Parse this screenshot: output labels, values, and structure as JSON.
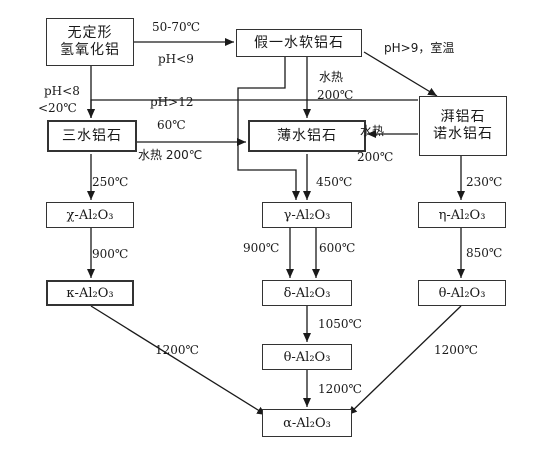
{
  "nodes": {
    "amorphous": [
      "无定形",
      "氢氧化铝"
    ],
    "pseudoboehmite": "假一水软铝石",
    "gibbsite": "三水铝石",
    "boehmite": "薄水铝石",
    "bayerite_nordstrandite": [
      "湃铝石",
      "诺水铝石"
    ],
    "chi": "χ-Al₂O₃",
    "gamma": "γ-Al₂O₃",
    "eta": "η-Al₂O₃",
    "kappa": "κ-Al₂O₃",
    "delta": "δ-Al₂O₃",
    "theta_right": "θ-Al₂O₃",
    "theta_center": "θ-Al₂O₃",
    "alpha": "α-Al₂O₃"
  },
  "labels": {
    "t_50_70": "50-70℃",
    "ph_lt9": "pH<9",
    "ph_gt9_room": "pH>9，室温",
    "ph_lt8": "pH<8",
    "lt20": "<20℃",
    "hydrothermal_1": "水热",
    "t200_1": "200℃",
    "ph_gt12": "pH>12",
    "t60": "60℃",
    "hydrothermal_200": "水热 200℃",
    "hydrothermal_2": "水热",
    "t200_2": "200℃",
    "t250": "250℃",
    "t450": "450℃",
    "t230": "230℃",
    "t900_a": "900℃",
    "t900_b": "900℃",
    "t600": "600℃",
    "t850": "850℃",
    "t1050": "1050℃",
    "t1200_left": "1200℃",
    "t1200_right": "1200℃",
    "t1200_center": "1200℃"
  }
}
